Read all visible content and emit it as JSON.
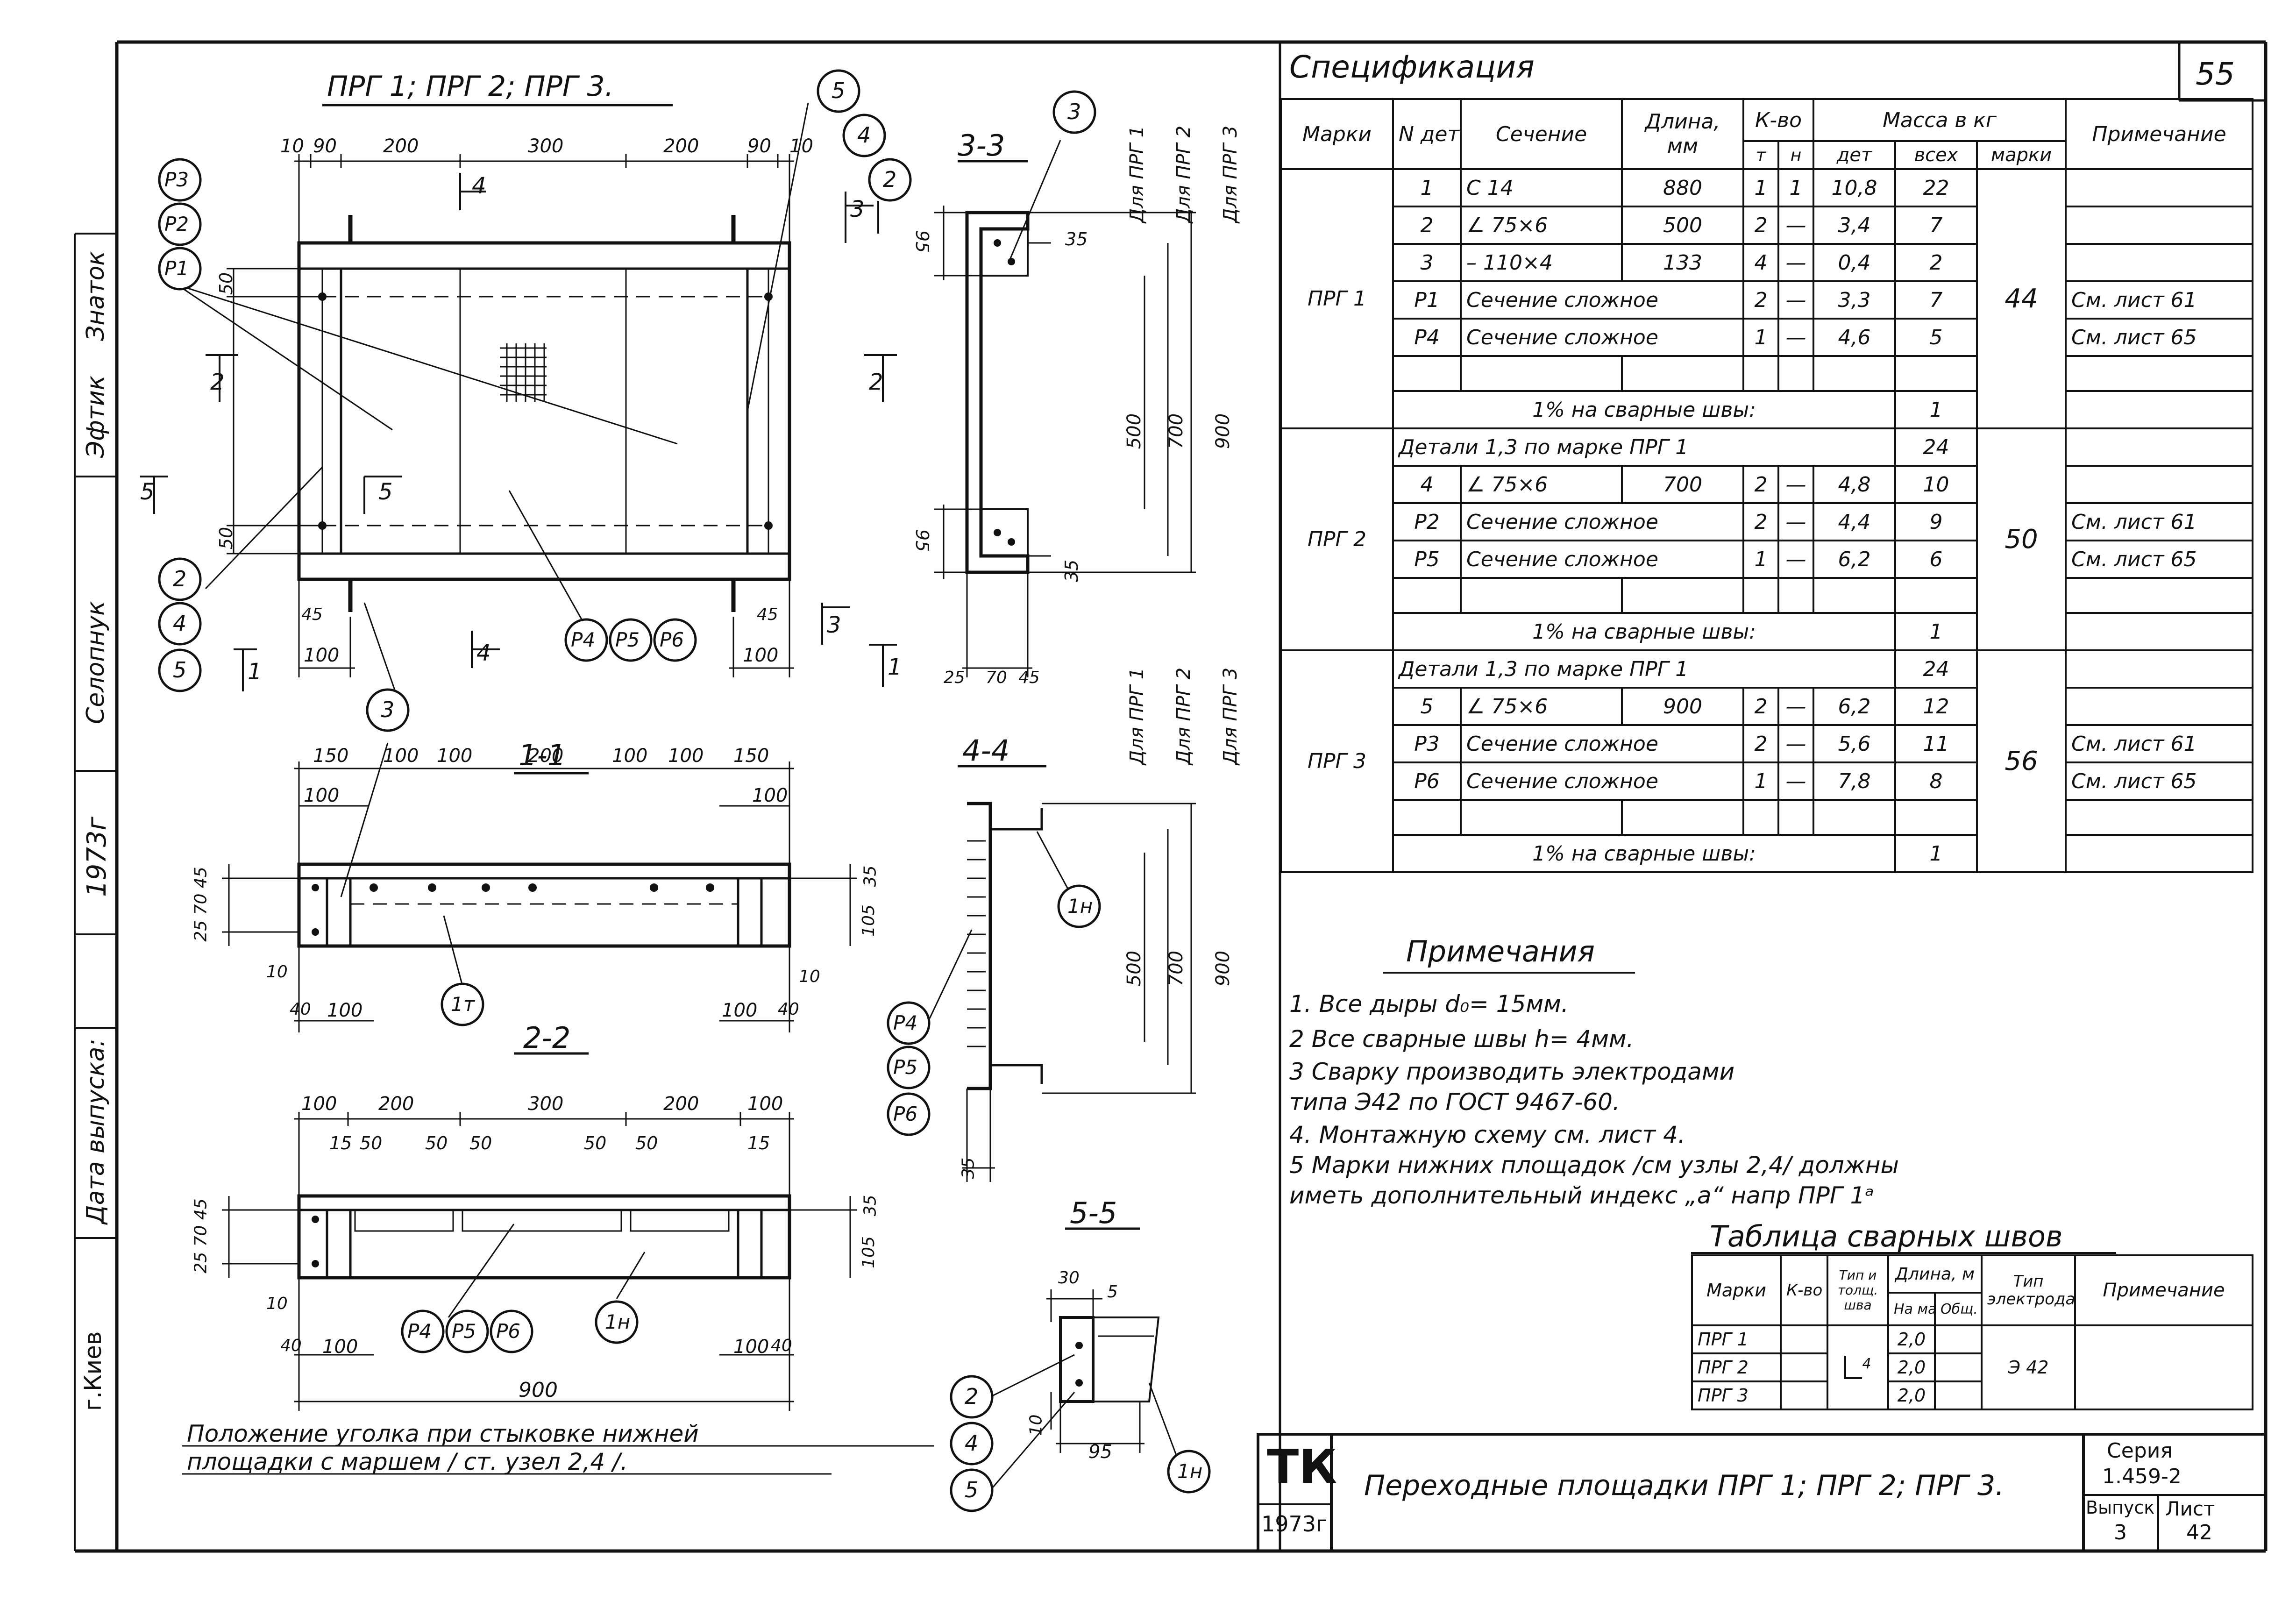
{
  "sheet_number": "55",
  "margin": {
    "city": "г.Киев",
    "year": "1973г",
    "roles": [
      "Селопнук",
      "Эфтик",
      "Знаток"
    ],
    "release_date": "Дата выпуска:"
  },
  "drawing": {
    "title": "ПРГ 1; ПРГ 2; ПРГ 3.",
    "top_dims": [
      "10",
      "90",
      "200",
      "300",
      "200",
      "90",
      "10"
    ],
    "side_dims": [
      "50",
      "50"
    ],
    "left_dims": [
      "45",
      "100"
    ],
    "right_dims": [
      "45",
      "100"
    ],
    "bubbles_left_top": [
      "Р3",
      "Р2",
      "Р1"
    ],
    "bubbles_left_bottom": [
      "2",
      "4",
      "5"
    ],
    "bubbles_right_top": [
      "5",
      "4",
      "2"
    ],
    "bubble_3": "3",
    "bubbles_plates": [
      "Р4",
      "Р5",
      "Р6"
    ],
    "cut_marks": [
      "4",
      "3",
      "2",
      "2",
      "5",
      "5",
      "1",
      "4",
      "3",
      "1"
    ],
    "section_1_1": {
      "label": "1-1",
      "dims_top": [
        "150",
        "100",
        "100",
        "200",
        "100",
        "100",
        "150"
      ],
      "dims_sub": [
        "100",
        "100"
      ],
      "left_v": "25 70 45",
      "right_v": [
        "35",
        "105"
      ],
      "bottom": [
        "10",
        "40",
        "100",
        "100",
        "40",
        "10"
      ],
      "bubble": "1т"
    },
    "section_2_2": {
      "label": "2-2",
      "dims_top": [
        "100",
        "200",
        "300",
        "200",
        "100"
      ],
      "dims_sub": [
        "15",
        "50",
        "50",
        "50",
        "50",
        "50",
        "15"
      ],
      "left_v": "25 70 45",
      "right_v": [
        "35",
        "105"
      ],
      "bottom": [
        "10",
        "40",
        "100",
        "100",
        "40"
      ],
      "overall": "900",
      "bubbles": [
        "Р4",
        "Р5",
        "Р6",
        "1н"
      ]
    },
    "section_3_3": {
      "label": "3-3",
      "bubble": "3",
      "dims": [
        "95",
        "35",
        "95",
        "35",
        "25",
        "70",
        "45"
      ],
      "heights": [
        "500",
        "700",
        "900"
      ],
      "for_labels": [
        "Для ПРГ 1",
        "Для ПРГ 2",
        "Для ПРГ 3"
      ]
    },
    "section_4_4": {
      "label": "4-4",
      "bubbles": [
        "1н",
        "Р4",
        "Р5",
        "Р6"
      ],
      "heights": [
        "500",
        "700",
        "900"
      ],
      "for_labels": [
        "Для ПРГ 1",
        "Для ПРГ 2",
        "Для ПРГ 3"
      ],
      "bottom": "35"
    },
    "section_5_5": {
      "label": "5-5",
      "dims": [
        "30",
        "5",
        "10",
        "95"
      ],
      "bubbles": [
        "2",
        "4",
        "5",
        "1н"
      ]
    },
    "caption_lines": [
      "Положение уголка при стыковке нижней",
      "площадки с маршем  / ст. узел 2,4 /."
    ]
  },
  "spec": {
    "title": "Спецификация",
    "headers": {
      "marks": "Марки",
      "det_no": "N дет.",
      "section": "Сечение",
      "length": "Длина, мм",
      "qty": "К-во",
      "qty_t": "т",
      "qty_n": "н",
      "mass": "Масса в кг",
      "mass_det": "дет",
      "mass_all": "всех",
      "mass_mark": "марки",
      "note": "Примечание"
    },
    "groups": [
      {
        "mark": "ПРГ 1",
        "mark_mass": "44",
        "rows": [
          {
            "det": "1",
            "section": "С 14",
            "length": "880",
            "t": "1",
            "n": "1",
            "det_mass": "10,8",
            "all_mass": "22",
            "note": ""
          },
          {
            "det": "2",
            "section": "∠ 75×6",
            "length": "500",
            "t": "2",
            "n": "—",
            "det_mass": "3,4",
            "all_mass": "7",
            "note": ""
          },
          {
            "det": "3",
            "section": "– 110×4",
            "length": "133",
            "t": "4",
            "n": "—",
            "det_mass": "0,4",
            "all_mass": "2",
            "note": ""
          },
          {
            "det": "Р1",
            "section": "Сечение сложное",
            "length": "",
            "t": "2",
            "n": "—",
            "det_mass": "3,3",
            "all_mass": "7",
            "note": "См. лист 61"
          },
          {
            "det": "Р4",
            "section": "Сечение сложное",
            "length": "",
            "t": "1",
            "n": "—",
            "det_mass": "4,6",
            "all_mass": "5",
            "note": "См. лист 65"
          }
        ],
        "weld": "1% на сварные швы:",
        "weld_mass": "1"
      },
      {
        "mark": "ПРГ 2",
        "mark_mass": "50",
        "details_text": "Детали 1,3 по марке  ПРГ 1",
        "details_mass": "24",
        "rows": [
          {
            "det": "4",
            "section": "∠ 75×6",
            "length": "700",
            "t": "2",
            "n": "—",
            "det_mass": "4,8",
            "all_mass": "10",
            "note": ""
          },
          {
            "det": "Р2",
            "section": "Сечение сложное",
            "length": "",
            "t": "2",
            "n": "—",
            "det_mass": "4,4",
            "all_mass": "9",
            "note": "См. лист 61"
          },
          {
            "det": "Р5",
            "section": "Сечение сложное",
            "length": "",
            "t": "1",
            "n": "—",
            "det_mass": "6,2",
            "all_mass": "6",
            "note": "См. лист 65"
          }
        ],
        "weld": "1% на сварные швы:",
        "weld_mass": "1"
      },
      {
        "mark": "ПРГ 3",
        "mark_mass": "56",
        "details_text": "Детали 1,3 по марке  ПРГ 1",
        "details_mass": "24",
        "rows": [
          {
            "det": "5",
            "section": "∠ 75×6",
            "length": "900",
            "t": "2",
            "n": "—",
            "det_mass": "6,2",
            "all_mass": "12",
            "note": ""
          },
          {
            "det": "Р3",
            "section": "Сечение сложное",
            "length": "",
            "t": "2",
            "n": "—",
            "det_mass": "5,6",
            "all_mass": "11",
            "note": "См. лист 61"
          },
          {
            "det": "Р6",
            "section": "Сечение сложное",
            "length": "",
            "t": "1",
            "n": "—",
            "det_mass": "7,8",
            "all_mass": "8",
            "note": "См. лист 65"
          }
        ],
        "weld": "1% на сварные швы:",
        "weld_mass": "1"
      }
    ]
  },
  "notes": {
    "title": "Примечания",
    "items": [
      "1. Все дыры d₀= 15мм.",
      "2 Все сварные швы  h= 4мм.",
      "3 Сварку производить  электродами",
      "   типа Э42 по ГОСТ  9467-60.",
      "4. Монтажную схему см. лист 4.",
      "5 Марки нижних площадок /см узлы 2,4/ должны",
      "   иметь  дополнительный индекс „а“ напр  ПРГ 1ᵃ"
    ]
  },
  "welds": {
    "title": "Таблица сварных швов",
    "headers": {
      "marks": "Марки",
      "qty": "К-во",
      "type": "Тип и толщ. шва",
      "length": "Длина, м",
      "len_mark": "На мар",
      "len_total": "Общ.",
      "electrode": "Тип электрода",
      "note": "Примечание"
    },
    "rows": [
      {
        "mark": "ПРГ 1",
        "len": "2,0"
      },
      {
        "mark": "ПРГ 2",
        "len": "2,0"
      },
      {
        "mark": "ПРГ 3",
        "len": "2,0"
      }
    ],
    "type_mark": "4",
    "electrode": "Э 42"
  },
  "title_block": {
    "logo": "ТК",
    "logo_year": "1973г",
    "name": "Переходные площадки ПРГ 1; ПРГ 2; ПРГ 3.",
    "series_label": "Серия",
    "series_value": "1.459-2",
    "issue_label": "Выпуск",
    "issue_value": "3",
    "sheet_label": "Лист",
    "sheet_value": "42"
  }
}
